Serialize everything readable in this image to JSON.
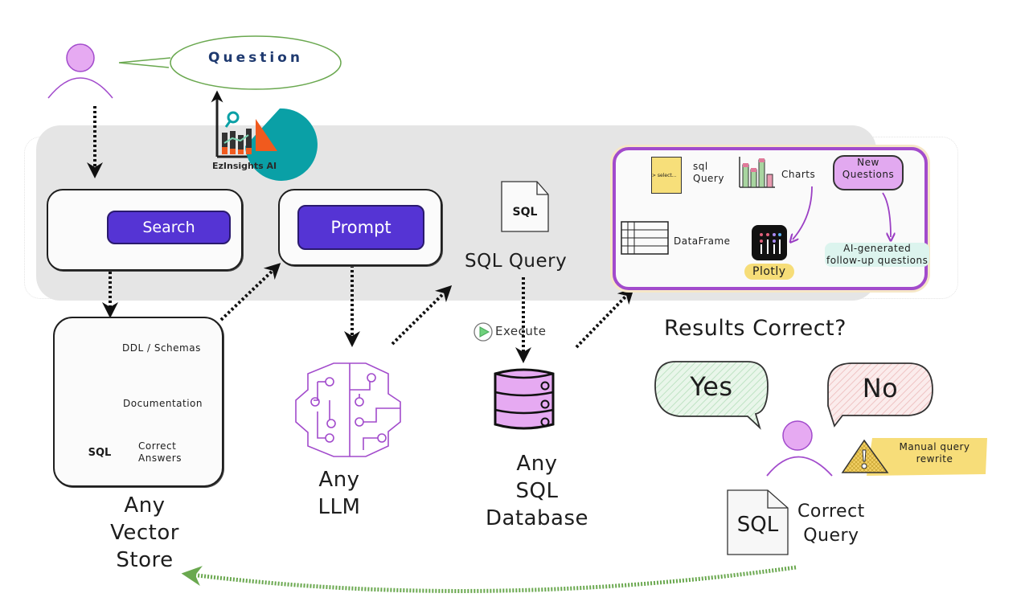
{
  "diagram": {
    "question_bubble": "Question",
    "brand": "EzInsights AI",
    "search_button": "Search",
    "prompt_button": "Prompt",
    "sql_doc_label": "SQL",
    "sql_query_label": "SQL Query",
    "execute_label": "Execute",
    "vector_store": {
      "items": [
        {
          "label": "DDL / Schemas"
        },
        {
          "label": "Documentation"
        },
        {
          "label": "Correct Answers"
        }
      ],
      "sql_icon_label": "SQL",
      "caption_lines": [
        "Any",
        "Vector",
        "Store"
      ]
    },
    "llm": {
      "caption_lines": [
        "Any",
        "LLM"
      ]
    },
    "database": {
      "caption_lines": [
        "Any",
        "SQL",
        "Database"
      ]
    },
    "results_box": {
      "sql_query_lines": [
        "sql",
        "Query"
      ],
      "sql_snippet": "> select...",
      "charts": "Charts",
      "new_questions_lines": [
        "New",
        "Questions"
      ],
      "dataframe": "DataFrame",
      "plotly": "Plotly",
      "ai_followup_lines": [
        "AI-generated",
        "follow-up questions"
      ]
    },
    "results_correct": "Results Correct?",
    "yes": "Yes",
    "no": "No",
    "manual_rewrite_lines": [
      "Manual query",
      "rewrite"
    ],
    "correct_query_sql": "SQL",
    "correct_query_lines": [
      "Correct",
      "Query"
    ]
  },
  "colors": {
    "accent_purple": "#5534d4",
    "person_purple": "#e6aaf2",
    "box_border_purple": "#a24bcc",
    "feedback_green": "#6aa84f",
    "panel_gray": "#e5e5e5"
  }
}
